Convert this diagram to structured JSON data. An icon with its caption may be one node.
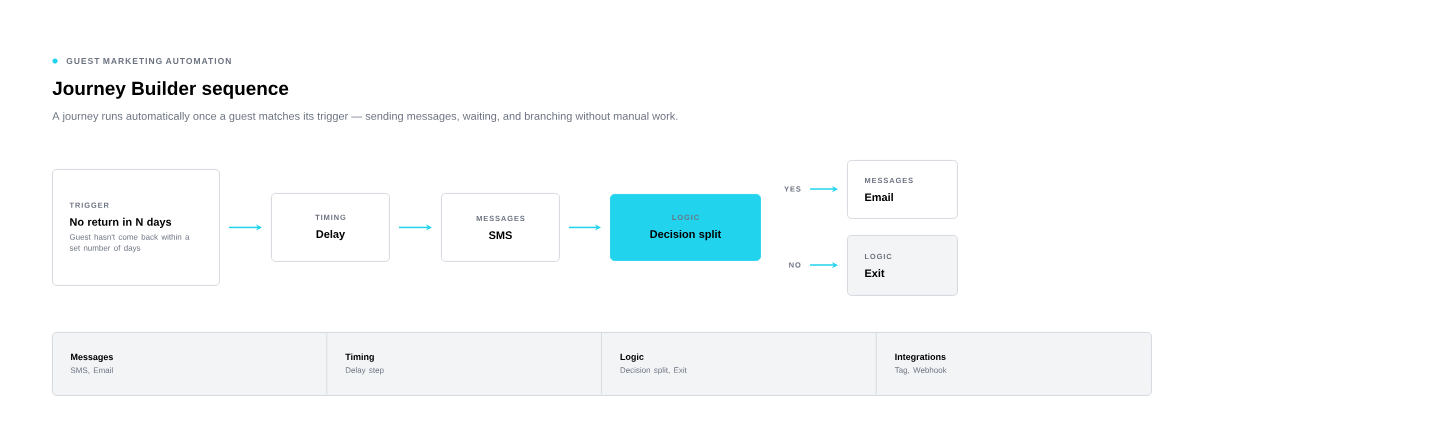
{
  "diagram": {
    "title": "Journey Builder sequence",
    "nodes": [
      {
        "text": [
          "TRIGGER",
          "No return in N days",
          "Guest hasn't come back within a set number of days"
        ]
      },
      {
        "text": [
          "TIMING",
          "Delay"
        ]
      },
      {
        "text": [
          "MESSAGES",
          "SMS"
        ]
      },
      {
        "text": [
          "LOGIC",
          "Decision split"
        ]
      },
      {
        "text": [
          "MESSAGES",
          "Email"
        ]
      },
      {
        "text": [
          "LOGIC",
          "Exit"
        ]
      },
      {
        "text": [],
        "shape": "box"
      },
      {
        "text": [
          "Messages",
          "SMS, Email"
        ],
        "in": 6
      },
      {
        "text": [
          "Timing",
          "Delay step"
        ],
        "in": 6
      },
      {
        "text": [
          "Logic",
          "Decision split, Exit"
        ],
        "in": 6
      },
      {
        "text": [
          "Integrations",
          "Tag, Webhook"
        ],
        "in": 6
      }
    ],
    "edges": [
      {
        "from": 0,
        "to": 1,
        "arrow": "to"
      },
      {
        "from": 1,
        "to": 2,
        "arrow": "to"
      },
      {
        "from": 2,
        "to": 3,
        "arrow": "to"
      },
      {
        "from": null,
        "to": 4,
        "arrow": "to",
        "label": "YES"
      },
      {
        "from": null,
        "to": 5,
        "arrow": "to",
        "label": "NO"
      }
    ],
    "labels": [
      "GUEST MARKETING AUTOMATION",
      "A journey runs automatically once a guest matches its trigger — sending messages, waiting, and branching without manual work."
    ]
  }
}
